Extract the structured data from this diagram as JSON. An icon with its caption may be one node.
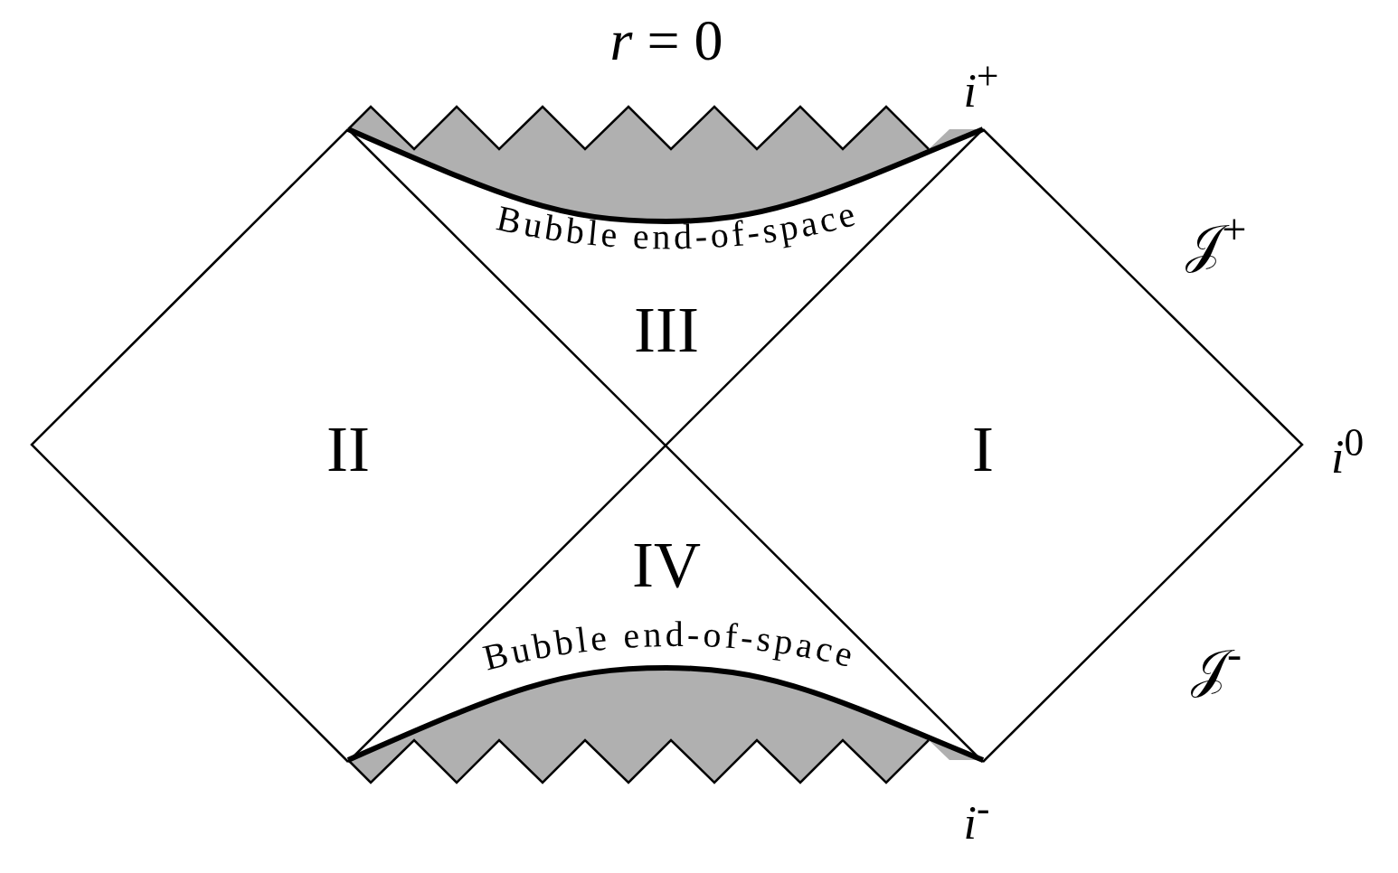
{
  "diagram": {
    "labels": [
      "*r* = 0",
      "*i*$^{+}$",
      "𝒥$^{+}$",
      "III",
      "Bubble end-of-space",
      "II",
      "I",
      "*i*$^{0}$",
      "IV",
      "Bubble end-of-space",
      "𝒥$^{-}$",
      "*i*$^{-}$"
    ]
  }
}
